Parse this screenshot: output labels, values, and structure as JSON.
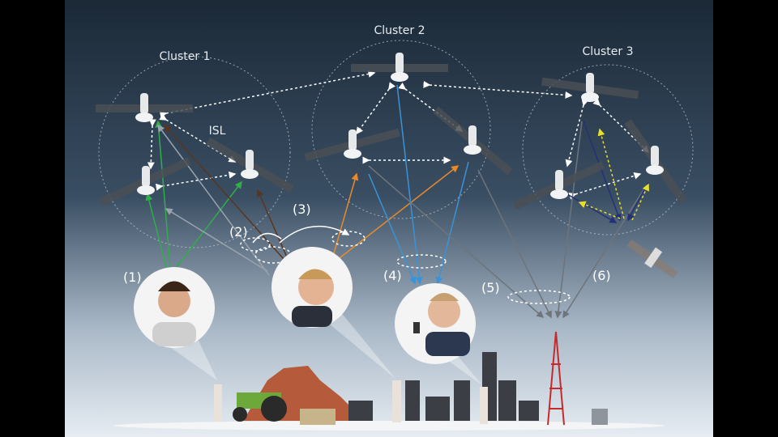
{
  "diagram": {
    "clusters": [
      {
        "label": "Cluster 1"
      },
      {
        "label": "Cluster 2"
      },
      {
        "label": "Cluster 3"
      }
    ],
    "isl_label": "ISL",
    "scenario_labels": [
      "(1)",
      "(2)",
      "(3)",
      "(4)",
      "(5)",
      "(6)"
    ],
    "colors": {
      "sky_top": "#1b2937",
      "sky_bottom": "#e4eaf0",
      "isl_link": "#ffffff",
      "scenario1": "#2fae4a",
      "scenario2_gray": "#9aa3ad",
      "scenario2_brown": "#5a3520",
      "scenario3_orange": "#e88a2a",
      "scenario4_blue": "#3a93d6",
      "scenario5_gray": "#6e747b",
      "scenario6_navy": "#24307a",
      "scenario6_yellow": "#e6e02a"
    }
  }
}
